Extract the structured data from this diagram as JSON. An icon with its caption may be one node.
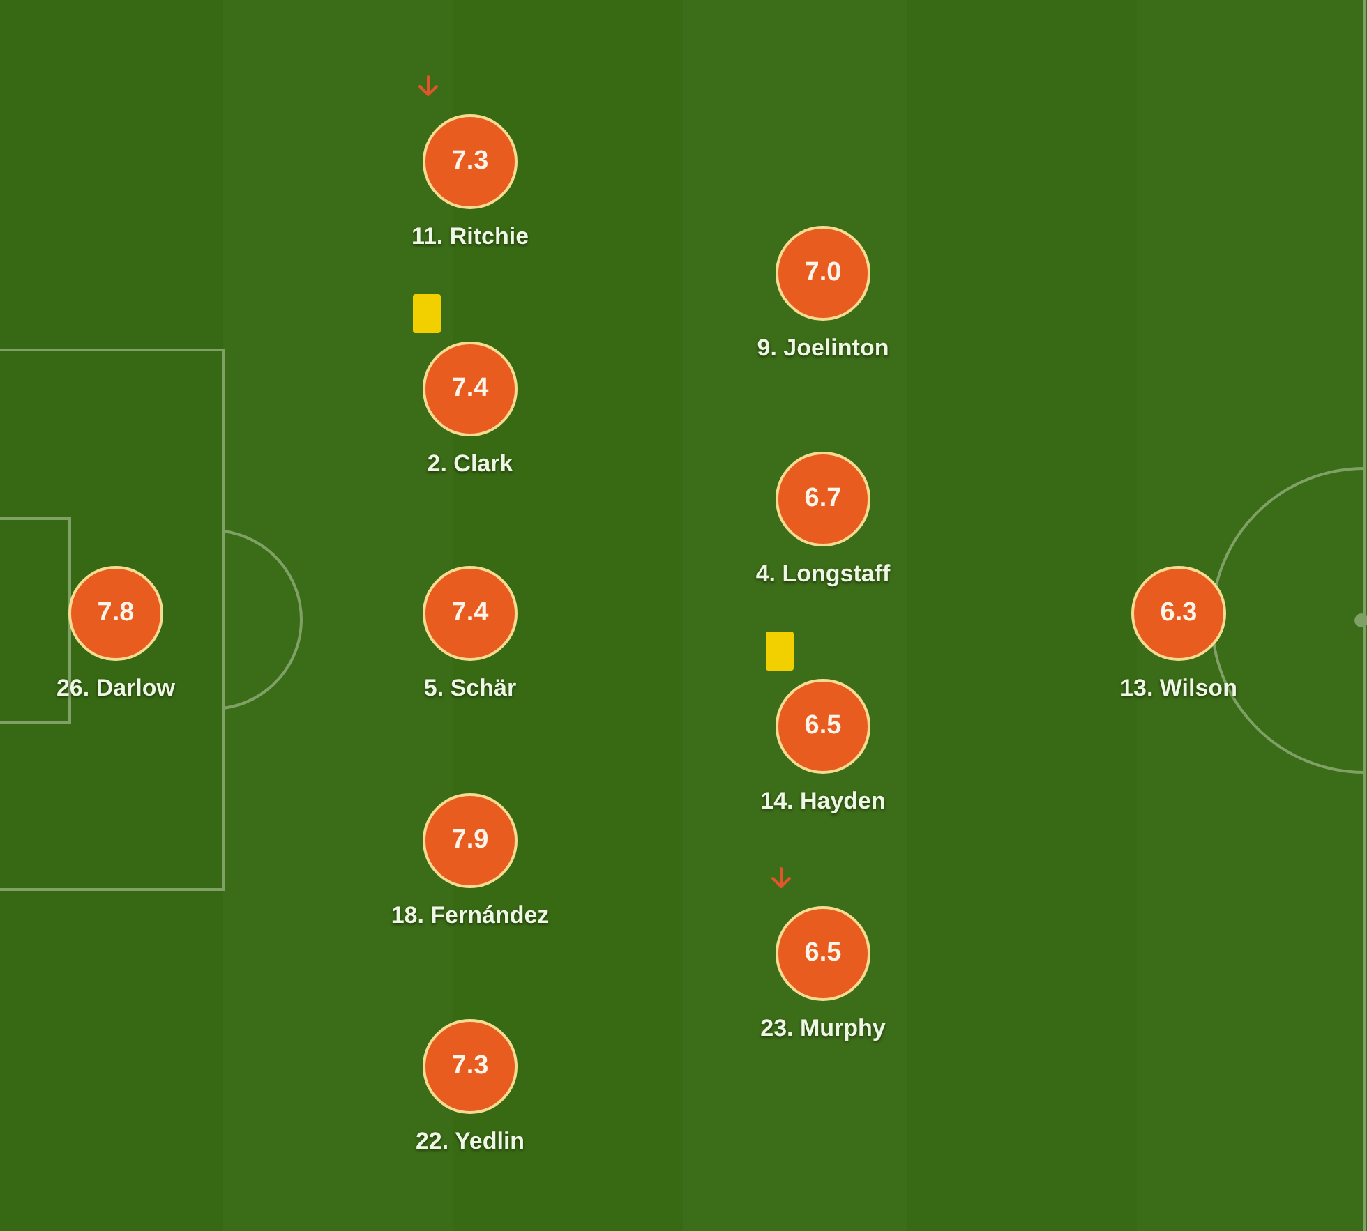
{
  "diagram": {
    "nodes": [
      {
        "text": [
          "7.8"
        ],
        "beside": [
          "26. Darlow"
        ]
      },
      {
        "text": [
          "7.3"
        ],
        "beside": [
          "11. Ritchie"
        ]
      },
      {
        "text": [
          "7.4"
        ],
        "beside": [
          "2. Clark"
        ]
      },
      {
        "text": [
          "7.4"
        ],
        "beside": [
          "5. Schär"
        ]
      },
      {
        "text": [
          "7.9"
        ],
        "beside": [
          "18. Fernández"
        ]
      },
      {
        "text": [
          "7.3"
        ],
        "beside": [
          "22. Yedlin"
        ]
      },
      {
        "text": [
          "7.0"
        ],
        "beside": [
          "9. Joelinton"
        ]
      },
      {
        "text": [
          "6.7"
        ],
        "beside": [
          "4. Longstaff"
        ]
      },
      {
        "text": [
          "6.5"
        ],
        "beside": [
          "14. Hayden"
        ]
      },
      {
        "text": [
          "6.5"
        ],
        "beside": [
          "23. Murphy"
        ]
      },
      {
        "text": [
          "6.3"
        ],
        "beside": [
          "13. Wilson"
        ]
      }
    ]
  }
}
